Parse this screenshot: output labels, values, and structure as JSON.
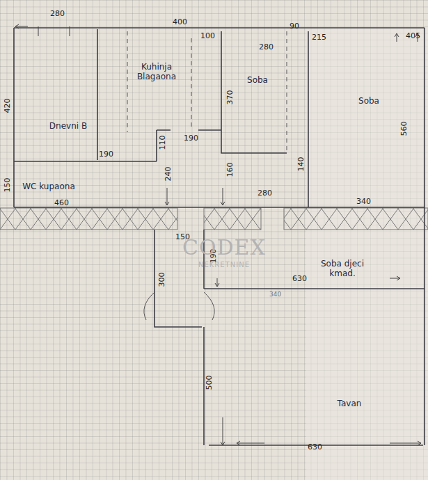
{
  "diagram": {
    "nodes": [
      {
        "text": [
          "Kuhinja Blagaona"
        ]
      },
      {
        "text": [
          "Soba"
        ]
      },
      {
        "text": [
          "Soba"
        ]
      },
      {
        "text": [
          "Dnevni B"
        ]
      },
      {
        "text": [
          "WC kupaona"
        ]
      },
      {
        "text": [
          "Soba djeci kmad."
        ]
      },
      {
        "text": [
          "Tavan"
        ]
      }
    ],
    "labels": [
      "280",
      "400",
      "100",
      "90",
      "215",
      "405",
      "420",
      "280",
      "370",
      "560",
      "190",
      "110",
      "190",
      "150",
      "240",
      "160",
      "140",
      "280",
      "340",
      "460",
      "150",
      "190",
      "300",
      "630",
      "340",
      "500",
      "630",
      "CODEX",
      "NEKRETNINE"
    ]
  }
}
